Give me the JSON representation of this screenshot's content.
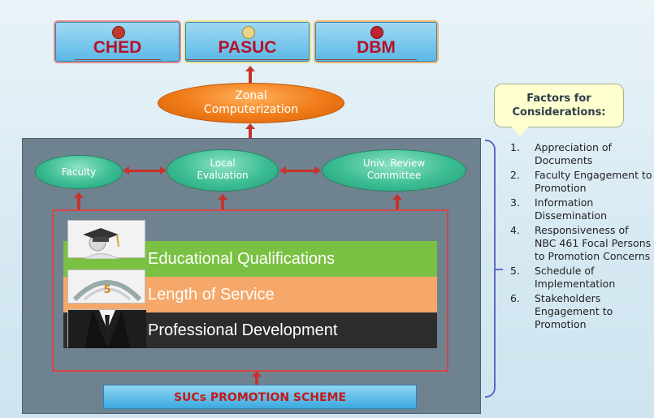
{
  "agencies": [
    {
      "name": "CHED",
      "logo_color": "#c0392b"
    },
    {
      "name": "PASUC",
      "logo_color": "#d4a02a"
    },
    {
      "name": "DBM",
      "logo_color": "#b0242c"
    }
  ],
  "zonal": {
    "line1": "Zonal",
    "line2": "Computerization"
  },
  "evaluation": {
    "faculty": "Faculty",
    "local_line1": "Local",
    "local_line2": "Evaluation",
    "review_line1": "Univ.  Review",
    "review_line2": "Committee"
  },
  "criteria": [
    {
      "label": "Educational Qualifications",
      "color": "#7ac143",
      "icon": "graduate-icon"
    },
    {
      "label": "Length of Service",
      "color": "#f5a86a",
      "icon": "service-years-icon",
      "thumb_text": "5"
    },
    {
      "label": "Professional Development",
      "color": "#2d2d2d",
      "icon": "suit-icon"
    }
  ],
  "scheme": "SUCs PROMOTION SCHEME",
  "considerations": {
    "title_line1": "Factors for",
    "title_line2": "Considerations:",
    "items": [
      {
        "num": "1.",
        "text": "Appreciation of Documents"
      },
      {
        "num": "2.",
        "text": "Faculty Engagement to Promotion"
      },
      {
        "num": "3.",
        "text": "Information Dissemination"
      },
      {
        "num": "4.",
        "text": "Responsiveness of NBC 461 Focal Persons to Promotion Concerns"
      },
      {
        "num": "5.",
        "text": "Schedule of Implementation"
      },
      {
        "num": "6.",
        "text": "Stakeholders Engagement to Promotion"
      }
    ]
  }
}
